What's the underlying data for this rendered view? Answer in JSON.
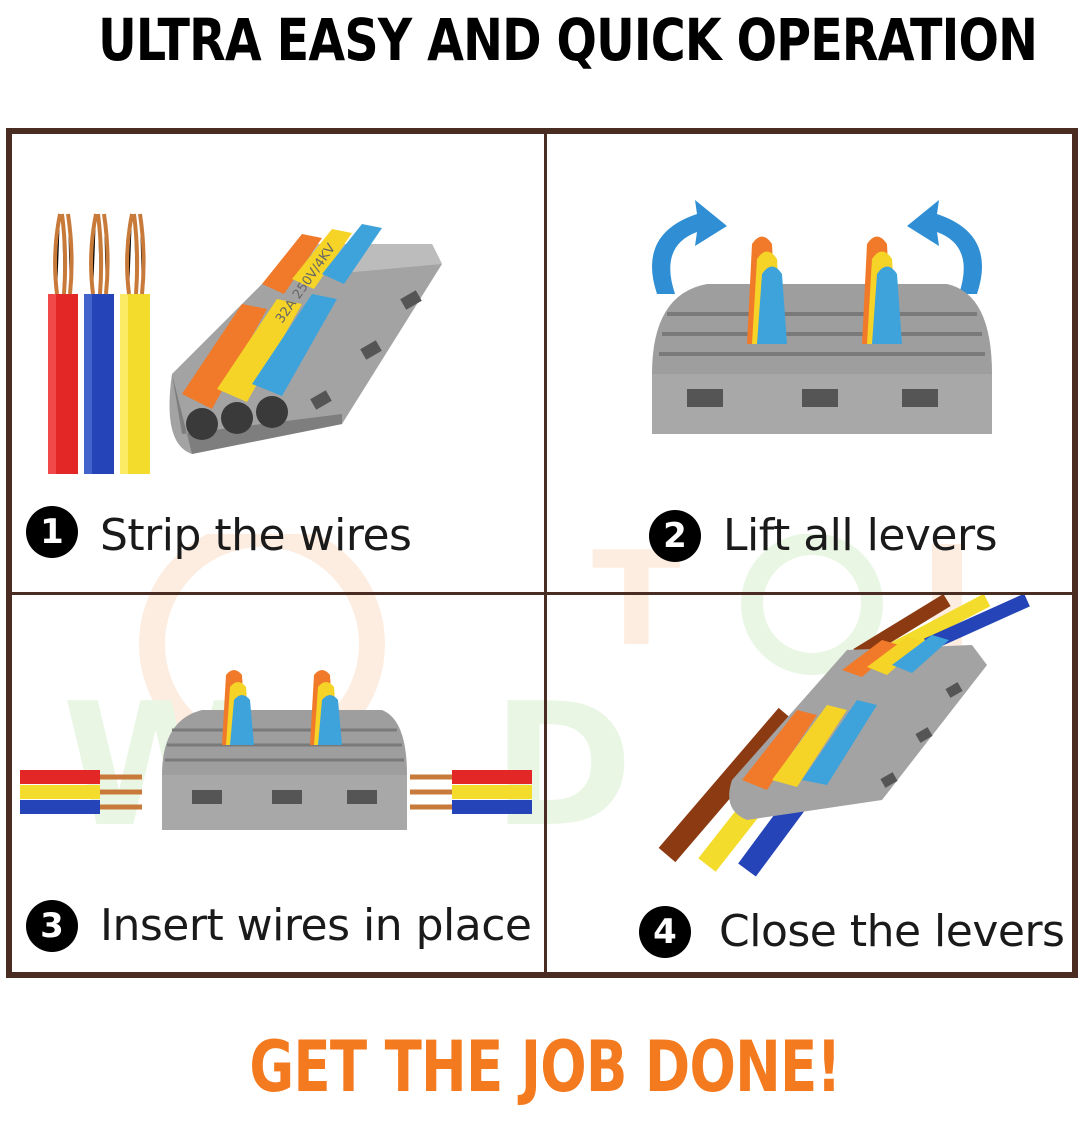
{
  "headline": "ULTRA EASY AND QUICK OPERATION",
  "footer": "GET THE JOB DONE!",
  "rating_label": "32A 250V/4KV",
  "steps": [
    {
      "number": "1",
      "label": "Strip the wires"
    },
    {
      "number": "2",
      "label": "Lift all levers"
    },
    {
      "number": "3",
      "label": "Insert wires in place"
    },
    {
      "number": "4",
      "label": "Close the levers"
    }
  ],
  "colors": {
    "headline": "#000000",
    "footer": "#f47a1f",
    "frame": "#4a2d22",
    "connector_body": "#9e9e9e",
    "lever_orange": "#f07a2a",
    "lever_yellow": "#f5d327",
    "lever_blue": "#3ea3da",
    "wire_red": "#e32626",
    "wire_blue": "#2444b8",
    "wire_yellow": "#f3dc2b",
    "wire_brown": "#8b3a12",
    "copper": "#c77a3a",
    "arrow": "#2f8ed4"
  },
  "icons": [
    "connector-strip-icon",
    "stripped-wires-icon",
    "curved-arrow-icon",
    "copper-strands-icon"
  ]
}
